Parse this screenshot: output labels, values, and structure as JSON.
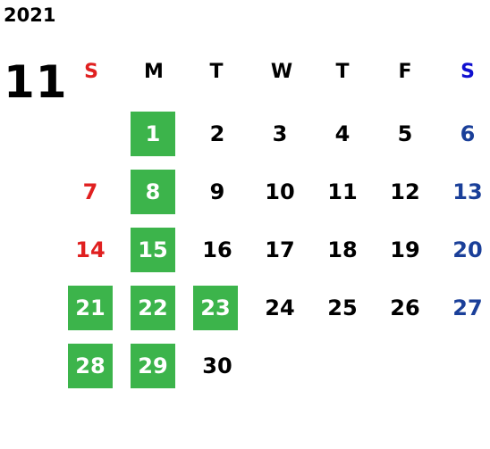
{
  "calendar": {
    "year": "2021",
    "month": "11",
    "weekdays": [
      "S",
      "M",
      "T",
      "W",
      "T",
      "F",
      "S"
    ],
    "weeks": [
      [
        "",
        "1",
        "2",
        "3",
        "4",
        "5",
        "6"
      ],
      [
        "7",
        "8",
        "9",
        "10",
        "11",
        "12",
        "13"
      ],
      [
        "14",
        "15",
        "16",
        "17",
        "18",
        "19",
        "20"
      ],
      [
        "21",
        "22",
        "23",
        "24",
        "25",
        "26",
        "27"
      ],
      [
        "28",
        "29",
        "30",
        "",
        "",
        "",
        ""
      ]
    ],
    "highlighted_days": [
      "1",
      "8",
      "15",
      "21",
      "22",
      "23",
      "28",
      "29"
    ],
    "colors": {
      "default": "#000000",
      "sunday_header": "#e02020",
      "saturday_header": "#1010d0",
      "sunday_date": "#e02020",
      "saturday_date": "#1a3f99",
      "highlight_bg": "#3cb44b",
      "highlight_text": "#ffffff"
    }
  }
}
